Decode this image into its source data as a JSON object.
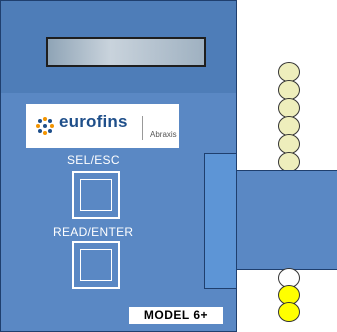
{
  "brand": {
    "logo_text": "eurofins",
    "logo_subtext": "Abraxis"
  },
  "buttons": {
    "sel_esc_label": "SEL/ESC",
    "read_enter_label": "READ/ENTER"
  },
  "model_label": "MODEL 6+",
  "colors": {
    "device_body": "#5a88c4",
    "slot": "#5d95d6",
    "well_empty_pale": "#eeeebc",
    "well_yellow": "#ffff00",
    "brand_blue": "#1f4f8a"
  },
  "strip_wells": {
    "top": [
      "pale",
      "pale",
      "pale",
      "pale",
      "pale",
      "pale"
    ],
    "bottom": [
      "white",
      "yellow",
      "yellow"
    ]
  }
}
